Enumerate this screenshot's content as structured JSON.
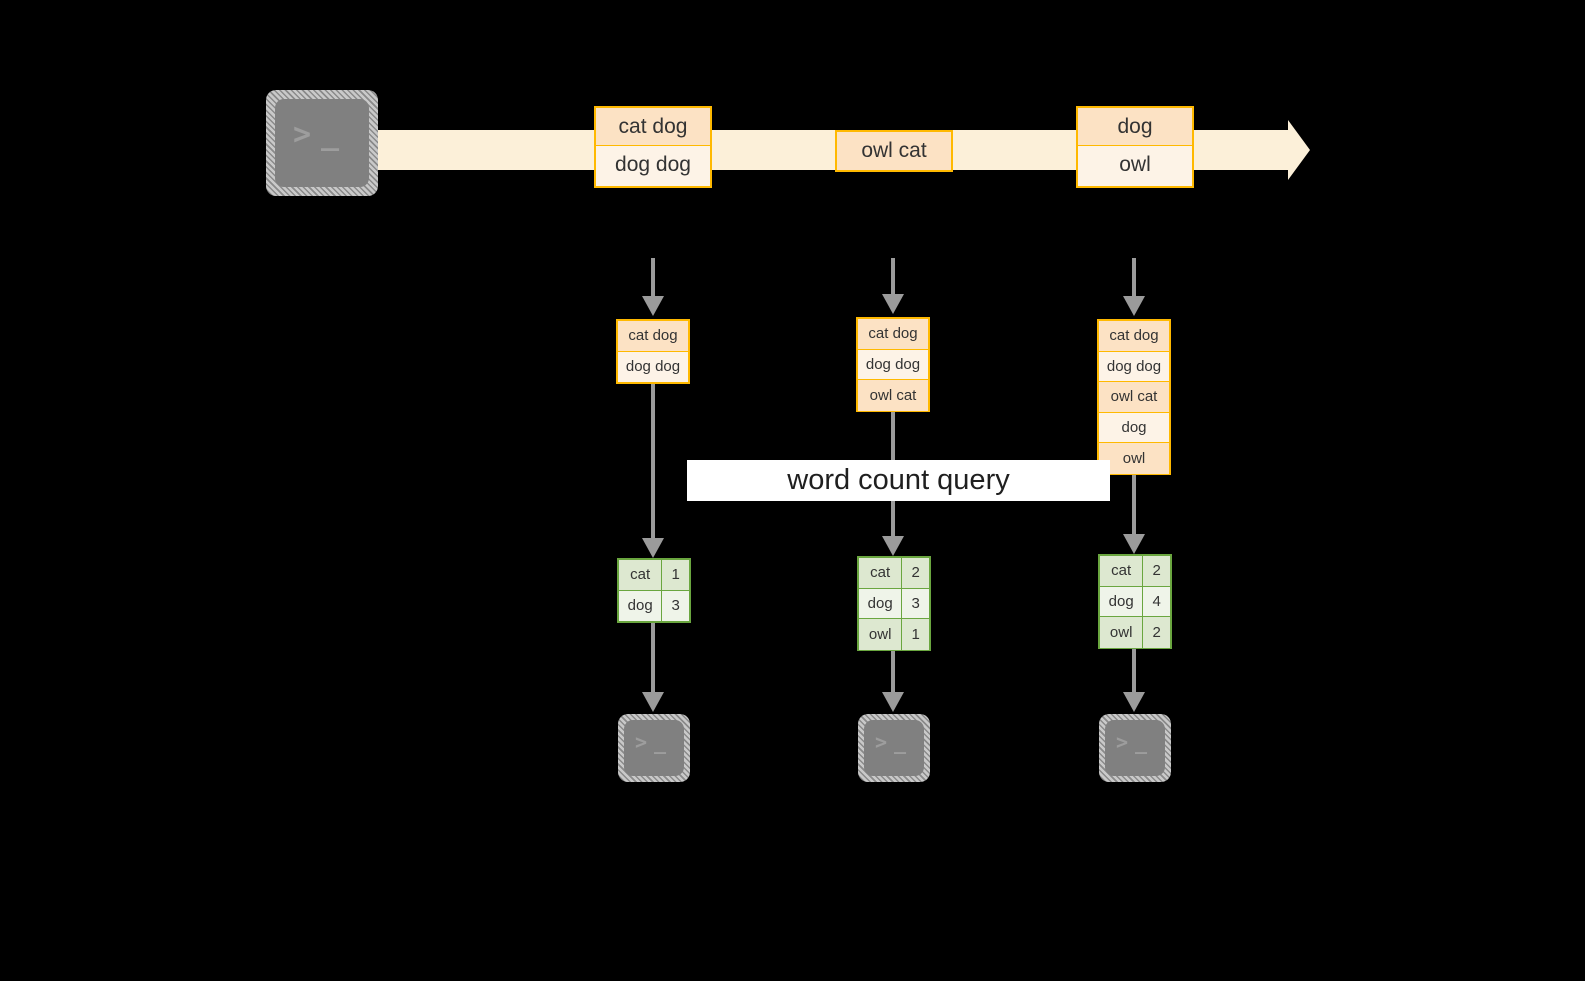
{
  "diagram": {
    "title_label": "word count query",
    "colors": {
      "stream_band": "#fcf0d9",
      "record_border": "#ffb900",
      "record_fill_shade": "#fce2c4",
      "record_fill_plain": "#fdf3e7",
      "result_border": "#6aa63f",
      "result_fill_shade": "#dde8d0",
      "result_fill_plain": "#eff4e9",
      "arrow": "#9b9b9b",
      "terminal_body": "#808080",
      "background": "#000000"
    },
    "source": {
      "icon": "terminal-icon",
      "glyph_prompt": ">",
      "glyph_cursor": "_"
    },
    "stream": {
      "groups": [
        {
          "rows": [
            "cat dog",
            "dog dog"
          ]
        },
        {
          "rows": [
            "owl cat"
          ]
        },
        {
          "rows": [
            "dog",
            "owl"
          ]
        }
      ]
    },
    "snapshots": [
      {
        "accumulated": [
          "cat dog",
          "dog dog"
        ],
        "result": {
          "rows": [
            {
              "word": "cat",
              "count": "1"
            },
            {
              "word": "dog",
              "count": "3"
            }
          ]
        },
        "sink": {
          "icon": "terminal-icon",
          "glyph_prompt": ">",
          "glyph_cursor": "_"
        }
      },
      {
        "accumulated": [
          "cat dog",
          "dog dog",
          "owl cat"
        ],
        "result": {
          "rows": [
            {
              "word": "cat",
              "count": "2"
            },
            {
              "word": "dog",
              "count": "3"
            },
            {
              "word": "owl",
              "count": "1"
            }
          ]
        },
        "sink": {
          "icon": "terminal-icon",
          "glyph_prompt": ">",
          "glyph_cursor": "_"
        }
      },
      {
        "accumulated": [
          "cat dog",
          "dog dog",
          "owl cat",
          "dog",
          "owl"
        ],
        "result": {
          "rows": [
            {
              "word": "cat",
              "count": "2"
            },
            {
              "word": "dog",
              "count": "4"
            },
            {
              "word": "owl",
              "count": "2"
            }
          ]
        },
        "sink": {
          "icon": "terminal-icon",
          "glyph_prompt": ">",
          "glyph_cursor": "_"
        }
      }
    ]
  }
}
